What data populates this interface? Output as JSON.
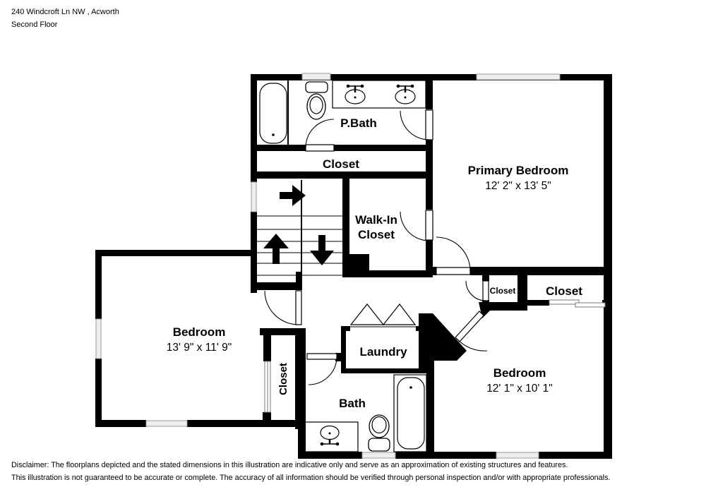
{
  "header": {
    "address": "240 Windcroft Ln NW , Acworth",
    "floor": "Second Floor"
  },
  "rooms": {
    "pbath": {
      "label": "P.Bath"
    },
    "closet_top": {
      "label": "Closet"
    },
    "primary": {
      "label": "Primary Bedroom",
      "dims": "12' 2\" x 13' 5\""
    },
    "walkin": {
      "line1": "Walk-In",
      "line2": "Closet"
    },
    "bedroom_left": {
      "label": "Bedroom",
      "dims": "13' 9\" x 11' 9\""
    },
    "closet_left": {
      "label": "Closet"
    },
    "laundry": {
      "label": "Laundry"
    },
    "bath": {
      "label": "Bath"
    },
    "closet_small": {
      "label": "Closet"
    },
    "closet_right": {
      "label": "Closet"
    },
    "bedroom_br": {
      "label": "Bedroom",
      "dims": "12' 1\" x 10' 1\""
    }
  },
  "disclaimer": {
    "line1": "Disclaimer: The floorplans depicted and the stated dimensions in this illustration are indicative only and serve as an approximation of existing structures and features.",
    "line2": "This illustration is not guaranteed to be accurate or complete. The accuracy of all information should be verified through personal inspection and/or with appropriate professionals."
  },
  "colors": {
    "wall": "#000000",
    "window_fill": "#eeeeee",
    "window_stroke": "#999999",
    "background": "#ffffff"
  }
}
